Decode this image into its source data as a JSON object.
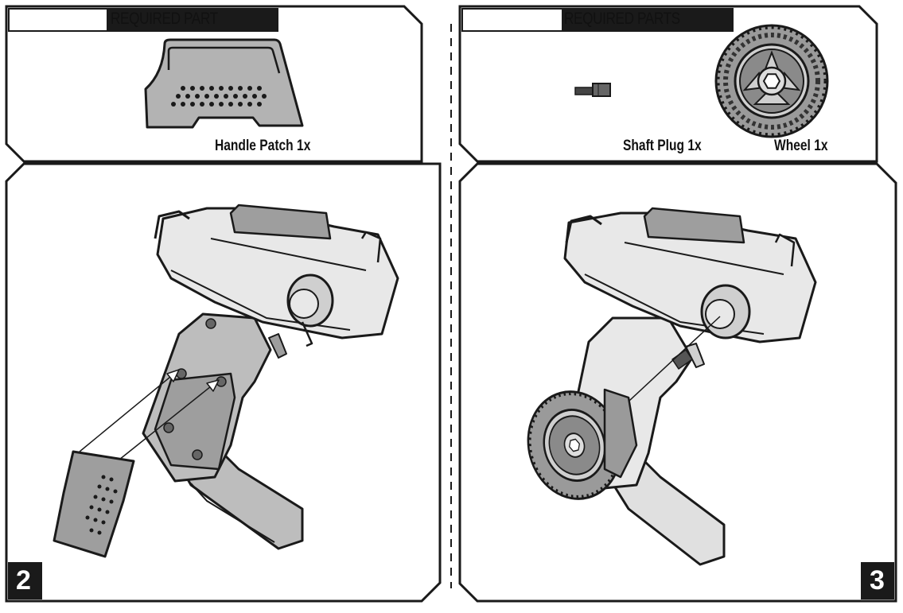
{
  "left_top": {
    "header": "REQUIRED PART",
    "part_label": "Handle Patch 1x",
    "part_icon": "handle-patch-icon"
  },
  "right_top": {
    "header": "REQUIRED PARTS",
    "parts": [
      {
        "label": "Shaft Plug 1x",
        "icon": "shaft-plug-icon"
      },
      {
        "label": "Wheel 1x",
        "icon": "wheel-icon"
      }
    ]
  },
  "steps": [
    {
      "number": "2",
      "illustration": "controller-handle-patch-assembly"
    },
    {
      "number": "3",
      "illustration": "controller-wheel-assembly"
    }
  ],
  "colors": {
    "frame": "#1a1a1a",
    "part_fill": "#b3b3b3",
    "body_fill": "#e8e8e8",
    "grip_fill": "#bdbdbd",
    "dark_fill": "#333333"
  }
}
